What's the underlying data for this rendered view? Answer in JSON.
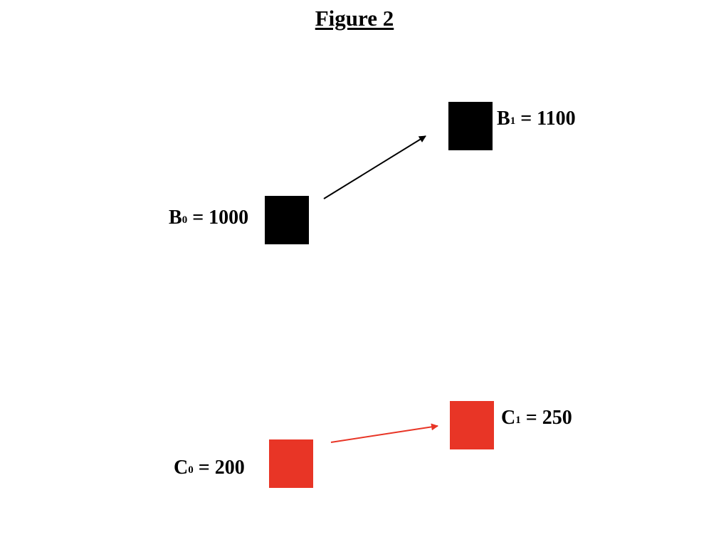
{
  "figure": {
    "title": "Figure 2"
  },
  "nodes": {
    "b0": {
      "letter": "B",
      "subscript": "0",
      "value": " = 1000",
      "color": "#000000"
    },
    "b1": {
      "letter": "B",
      "subscript": "1",
      "value": " = 1100",
      "color": "#000000"
    },
    "c0": {
      "letter": "C",
      "subscript": "0",
      "value": " = 200",
      "color": "#e83526"
    },
    "c1": {
      "letter": "C",
      "subscript": "1",
      "value": " = 250",
      "color": "#e83526"
    }
  },
  "arrows": {
    "b_arrow_color": "#000000",
    "c_arrow_color": "#e83526"
  }
}
